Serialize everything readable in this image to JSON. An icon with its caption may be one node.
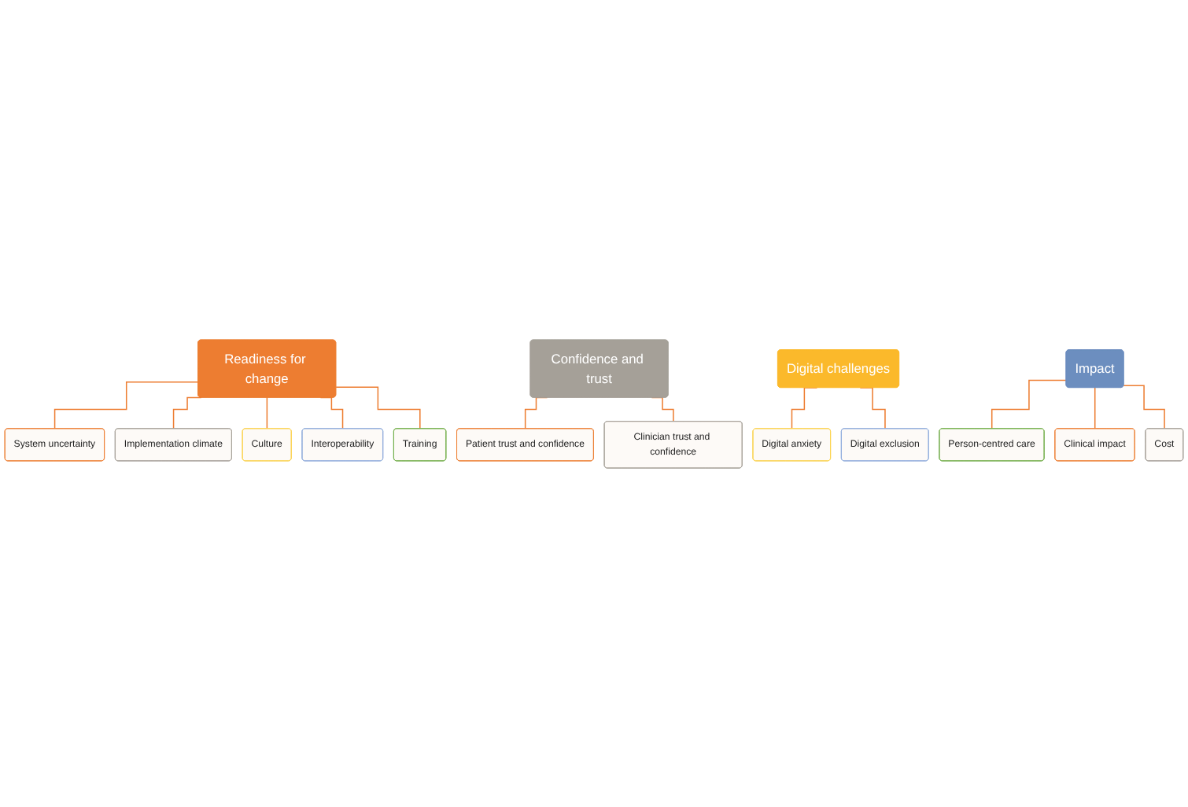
{
  "diagram": {
    "nodes": [
      {
        "text": [
          "Readiness for change"
        ]
      },
      {
        "text": [
          "System uncertainty"
        ]
      },
      {
        "text": [
          "Implementation climate"
        ]
      },
      {
        "text": [
          "Culture"
        ]
      },
      {
        "text": [
          "Interoperability"
        ]
      },
      {
        "text": [
          "Training"
        ]
      },
      {
        "text": [
          "Confidence and trust"
        ]
      },
      {
        "text": [
          "Patient trust and confidence"
        ]
      },
      {
        "text": [
          "Clinician trust and confidence"
        ]
      },
      {
        "text": [
          "Digital challenges"
        ]
      },
      {
        "text": [
          "Digital anxiety"
        ]
      },
      {
        "text": [
          "Digital exclusion"
        ]
      },
      {
        "text": [
          "Impact"
        ]
      },
      {
        "text": [
          "Person-centred care"
        ]
      },
      {
        "text": [
          "Clinical impact"
        ]
      },
      {
        "text": [
          "Cost"
        ]
      }
    ],
    "edges": [
      {
        "from": 0,
        "to": 1,
        "arrow": "none"
      },
      {
        "from": 0,
        "to": 2,
        "arrow": "none"
      },
      {
        "from": 0,
        "to": 3,
        "arrow": "none"
      },
      {
        "from": 0,
        "to": 4,
        "arrow": "none"
      },
      {
        "from": 0,
        "to": 5,
        "arrow": "none"
      },
      {
        "from": 6,
        "to": 7,
        "arrow": "none"
      },
      {
        "from": 6,
        "to": 8,
        "arrow": "none"
      },
      {
        "from": 9,
        "to": 10,
        "arrow": "none"
      },
      {
        "from": 9,
        "to": 11,
        "arrow": "none"
      },
      {
        "from": 12,
        "to": 13,
        "arrow": "none"
      },
      {
        "from": 12,
        "to": 14,
        "arrow": "none"
      },
      {
        "from": 12,
        "to": 15,
        "arrow": "none"
      }
    ]
  }
}
